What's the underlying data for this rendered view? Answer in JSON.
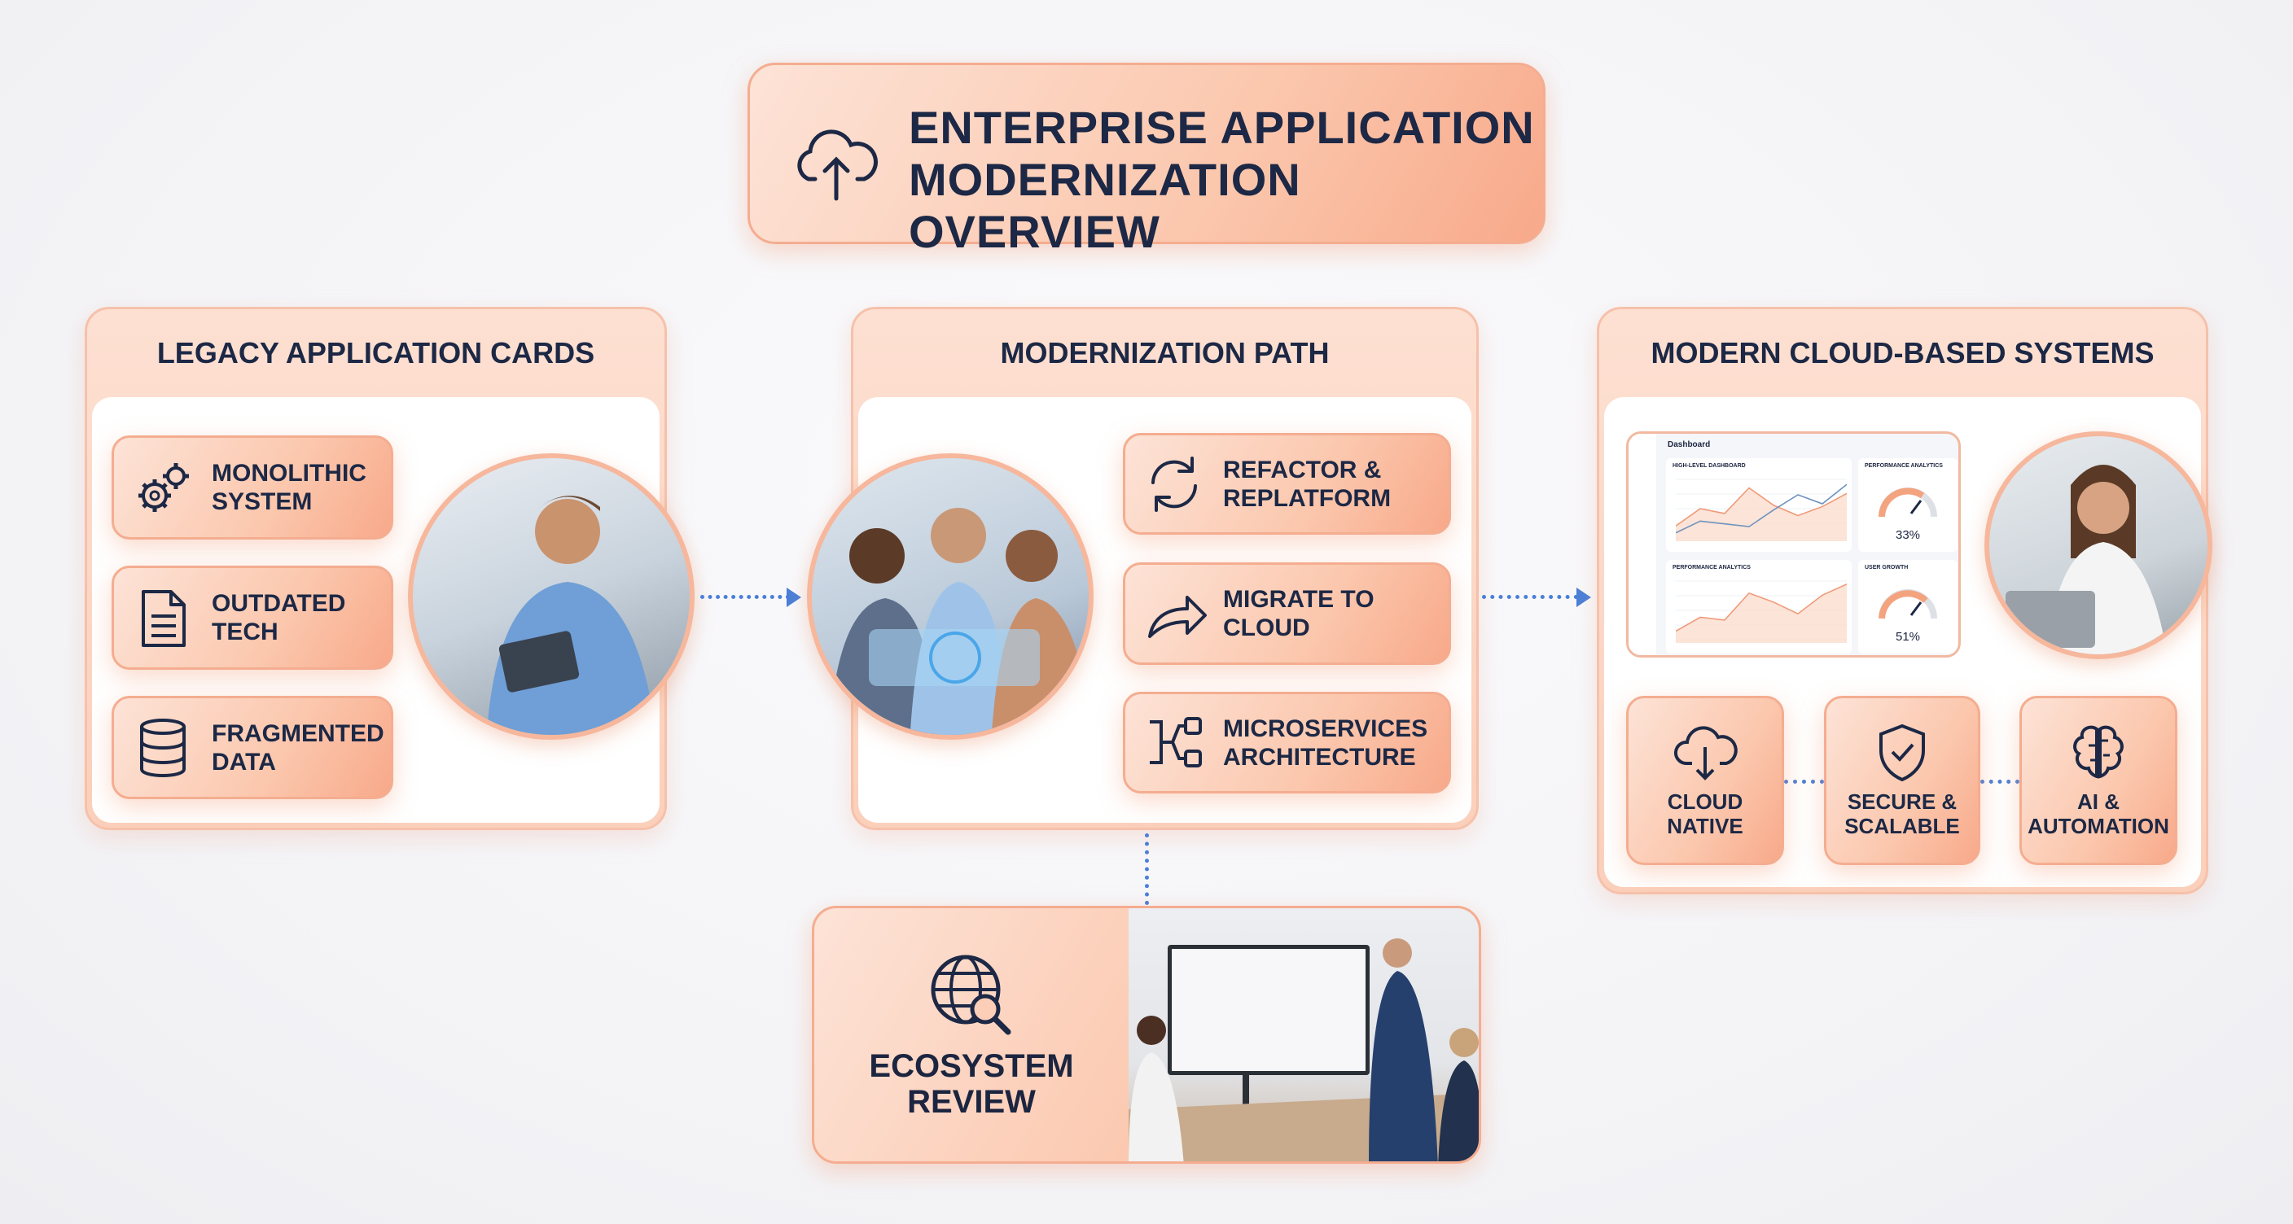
{
  "title": {
    "line1": "ENTERPRISE APPLICATION",
    "line2": "MODERNIZATION OVERVIEW",
    "icon": "cloud-upload-icon"
  },
  "colors": {
    "accent": "#f8a98a",
    "text": "#1c2845",
    "connector": "#4a7fd8"
  },
  "legacy": {
    "heading": "LEGACY APPLICATION CARDS",
    "cards": [
      {
        "line1": "MONOLITHIC",
        "line2": "SYSTEM",
        "icon": "gears-icon"
      },
      {
        "line1": "OUTDATED",
        "line2": "TECH",
        "icon": "document-icon"
      },
      {
        "line1": "FRAGMENTED",
        "line2": "DATA",
        "icon": "database-icon"
      }
    ]
  },
  "path": {
    "heading": "MODERNIZATION PATH",
    "cards": [
      {
        "line1": "REFACTOR &",
        "line2": "REPLATFORM",
        "icon": "refresh-icon"
      },
      {
        "line1": "MIGRATE TO",
        "line2": "CLOUD",
        "icon": "share-arrow-icon"
      },
      {
        "line1": "MICROSERVICES",
        "line2": "ARCHITECTURE",
        "icon": "microservices-icon"
      }
    ]
  },
  "modern": {
    "heading": "MODERN CLOUD-BASED SYSTEMS",
    "dashboard": {
      "title": "Dashboard",
      "chart1_title": "HIGH-LEVEL DASHBOARD",
      "gauge1_title": "PERFORMANCE ANALYTICS",
      "gauge1_value": "33%",
      "chart2_title": "PERFORMANCE ANALYTICS",
      "gauge2_title": "USER GROWTH",
      "gauge2_value": "51%",
      "chart1_series": [
        [
          15,
          40,
          33,
          70,
          45,
          30,
          43,
          62
        ],
        [
          5,
          22,
          18,
          14,
          38,
          60,
          47,
          75
        ]
      ],
      "chart2_series": [
        [
          10,
          30,
          26,
          65,
          52,
          35,
          62,
          78
        ]
      ]
    },
    "tiles": [
      {
        "line1": "CLOUD",
        "line2": "NATIVE",
        "icon": "cloud-download-icon"
      },
      {
        "line1": "SECURE &",
        "line2": "SCALABLE",
        "icon": "shield-check-icon"
      },
      {
        "line1": "AI &",
        "line2": "AUTOMATION",
        "icon": "brain-icon"
      }
    ]
  },
  "ecosystem": {
    "line1": "ECOSYSTEM",
    "line2": "REVIEW",
    "icon": "globe-search-icon"
  }
}
